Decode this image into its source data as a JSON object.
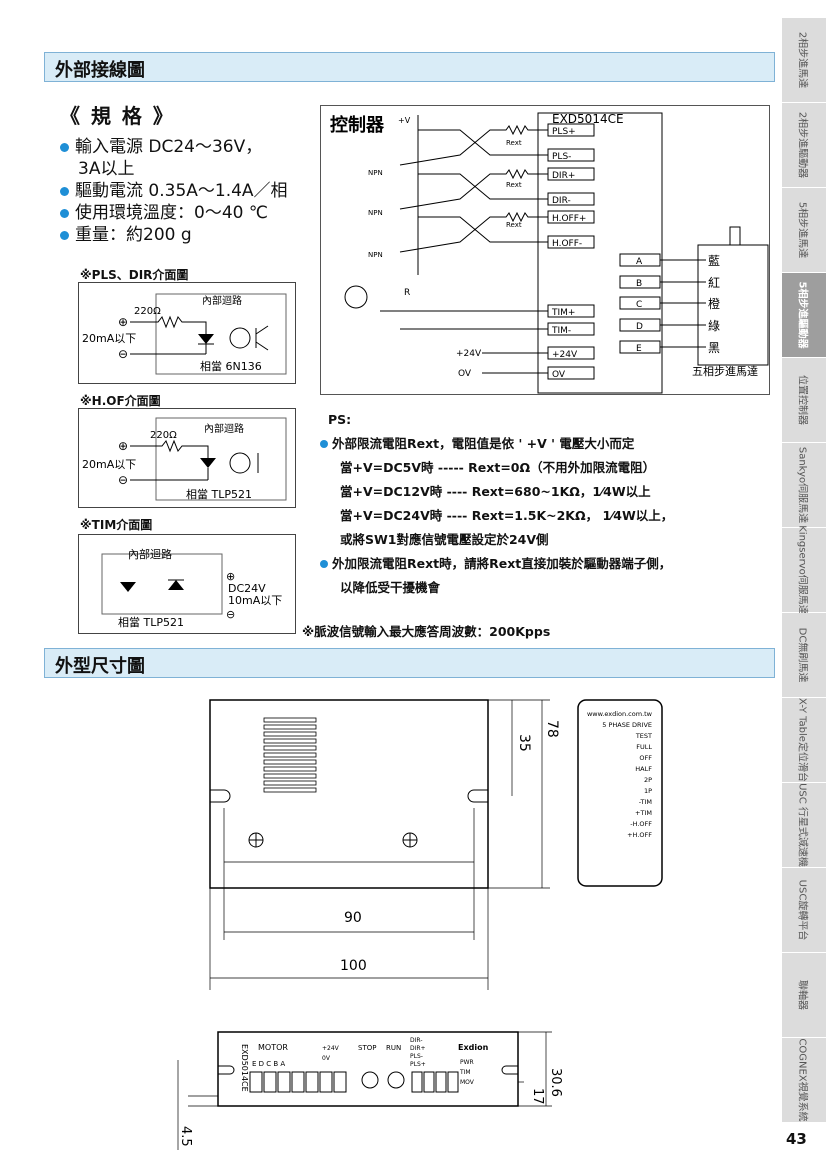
{
  "sections": {
    "wiring": "外部接線圖",
    "dimensions": "外型尺寸圖"
  },
  "spec": {
    "title": "《 規 格 》",
    "bullets": [
      [
        "輸入電源 DC24～36V，",
        "3A以上"
      ],
      [
        "驅動電流 0.35A～1.4A／相"
      ],
      [
        "使用環境溫度：0～40 ℃"
      ],
      [
        "重量：約200 g"
      ]
    ]
  },
  "interfaces": {
    "pls_title": "※PLS、DIR介面圖",
    "hof_title": "※H.OF介面圖",
    "tim_title": "※TIM介面圖",
    "internal": "內部迴路",
    "r220": "220Ω",
    "current": "20mA以下",
    "equiv_6n136": "相當 6N136",
    "equiv_tlp": "相當 TLP521",
    "dc24": "DC24V",
    "ma10": "10mA以下",
    "plus": "⊕",
    "minus": "⊖"
  },
  "wiring": {
    "controller": "控制器",
    "vplus": "+V",
    "driver": "EXD5014CE",
    "rext": "Rext",
    "npn": "NPN",
    "r": "R",
    "terminals": [
      "PLS+",
      "PLS-",
      "DIR+",
      "DIR-",
      "H.OFF+",
      "H.OFF-",
      "TIM+",
      "TIM-",
      "+24V",
      "OV"
    ],
    "supply": [
      "+24V",
      "OV"
    ],
    "motor_terms": [
      "A",
      "B",
      "C",
      "D",
      "E"
    ],
    "motor_colors": [
      "藍",
      "紅",
      "橙",
      "綠",
      "黑"
    ],
    "motor_label": "五相步進馬達"
  },
  "ps": {
    "title": "PS:",
    "lines": [
      "外部限流電阻Rext，電阻值是依 ' +V ' 電壓大小而定",
      "當+V=DC5V時 ----- Rext=0Ω（不用外加限流電阻）",
      "當+V=DC12V時 ---- Rext=680~1KΩ，1⁄4W以上",
      "當+V=DC24V時 ---- Rext=1.5K~2KΩ， 1⁄4W以上，",
      "或將SW1對應信號電壓設定於24V側",
      "外加限流電阻Rext時，請將Rext直接加裝於驅動器端子側，",
      "以降低受干擾機會"
    ],
    "pulse_note": "※脈波信號輸入最大應答周波數：200Kpps"
  },
  "dims": {
    "d35": "35",
    "d78": "78",
    "d90": "90",
    "d100": "100",
    "d306": "30.6",
    "d17": "17",
    "d45": "4.5",
    "side_text": [
      "www.exdion.com.tw",
      "5 PHASE DRIVE",
      "TEST",
      "FULL",
      "OFF",
      "HALF",
      "2P",
      "1P",
      "-TIM",
      "+TIM",
      "-H.OFF",
      "+H.OFF"
    ],
    "front_text": {
      "model": "EXD5014CE",
      "motor": "MOTOR",
      "motor_letters": "E D C B A",
      "v24": "+24V",
      "ov": "0V",
      "stop": "STOP",
      "run": "RUN",
      "dir_minus": "DIR-",
      "dir_plus": "DIR+",
      "pls_minus": "PLS-",
      "pls_plus": "PLS+",
      "brand": "Exdion",
      "pwr": "PWR",
      "tim": "TIM",
      "mov": "MOV"
    }
  },
  "sidebar": [
    {
      "label": "2相步進馬達",
      "active": false
    },
    {
      "label": "2相步進驅動器",
      "active": false
    },
    {
      "label": "5相步進馬達",
      "active": false
    },
    {
      "label": "5相步進驅動器",
      "active": true
    },
    {
      "label": "位置控制器",
      "active": false
    },
    {
      "label": "Sankyo伺服馬達",
      "active": false
    },
    {
      "label": "Kingservo伺服馬達",
      "active": false
    },
    {
      "label": "DC無刷馬達",
      "active": false
    },
    {
      "label": "X-Y Table定位滑台",
      "active": false
    },
    {
      "label": "USC 行星式減速機",
      "active": false
    },
    {
      "label": "USC旋轉平台",
      "active": false
    },
    {
      "label": "聯軸器",
      "active": false
    },
    {
      "label": "COGNEX視覺系統",
      "active": false
    }
  ],
  "page_number": "43",
  "colors": {
    "accent": "#1f8fd6",
    "bar": "#d9ecf7",
    "active_tab": "#9e9e9e"
  }
}
